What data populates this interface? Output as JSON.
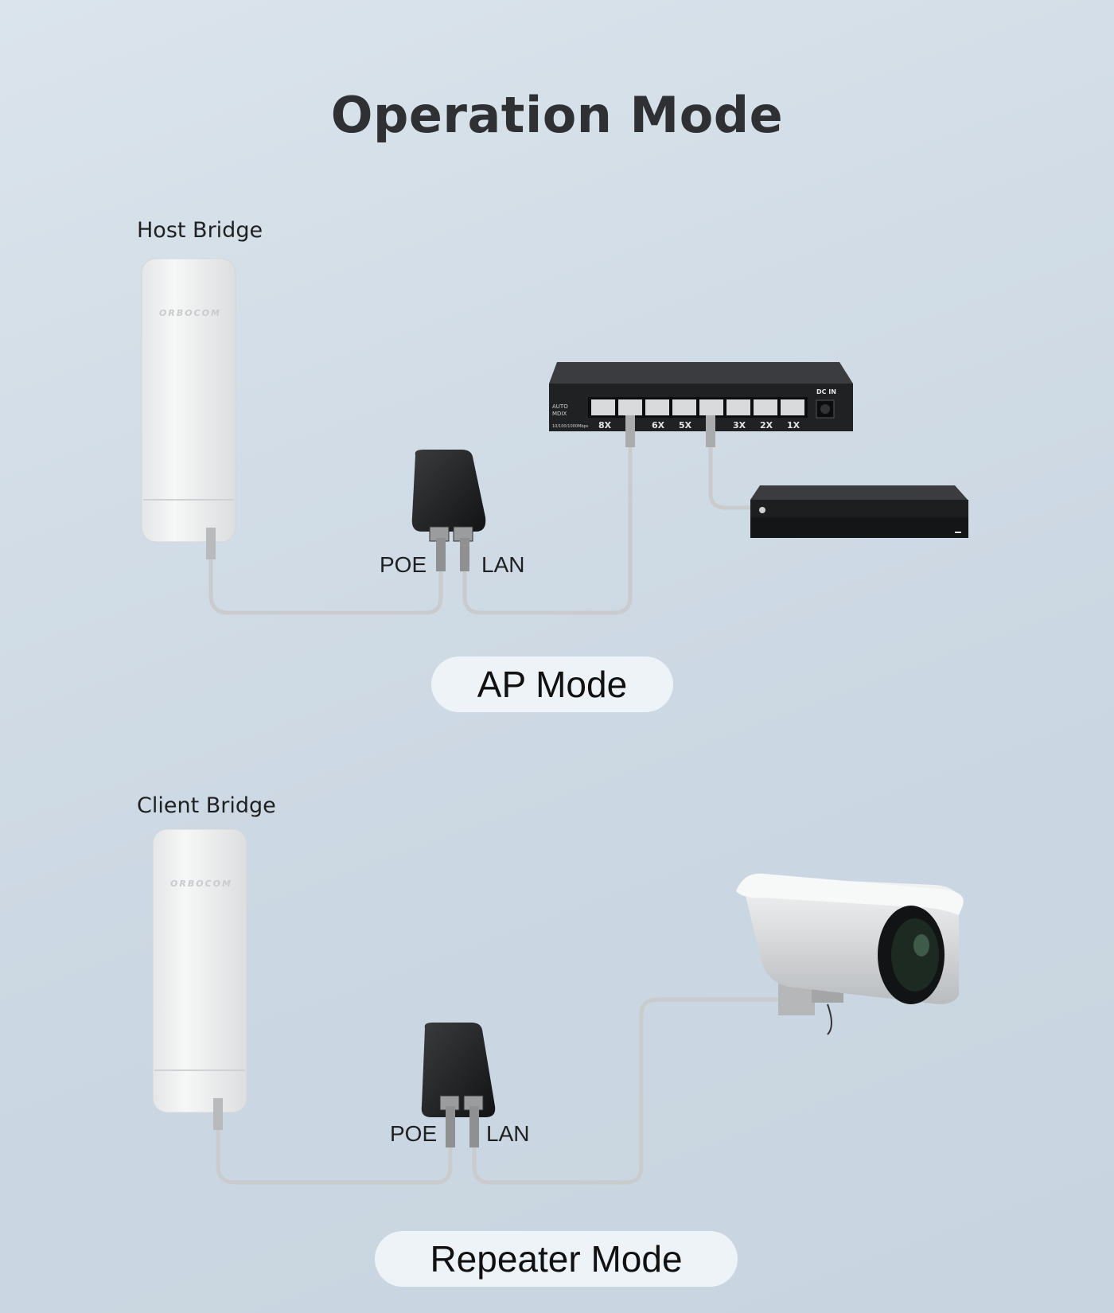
{
  "title": "Operation Mode",
  "top_section": {
    "bridge_label": "Host Bridge",
    "device_brand": "ORBOCOM",
    "poe_label": "POE",
    "lan_label": "LAN",
    "switch": {
      "auto_mdix": [
        "AUTO",
        "MDIX"
      ],
      "speed": "10/100/1000Mbps",
      "dc_in": "DC IN",
      "port_labels": [
        "8X",
        "",
        "6X",
        "5X",
        "",
        "3X",
        "2X",
        "1X"
      ]
    },
    "mode_label": "AP Mode"
  },
  "bottom_section": {
    "bridge_label": "Client Bridge",
    "device_brand": "ORBOCOM",
    "poe_label": "POE",
    "lan_label": "LAN",
    "mode_label": "Repeater Mode"
  },
  "colors": {
    "title": "#2f3033",
    "device_white": "#f1f2f2",
    "injector_black": "#1e1f20",
    "switch_body": "#232527",
    "cable": "#c9cbcd",
    "pill_bg": "#eef3f8"
  }
}
